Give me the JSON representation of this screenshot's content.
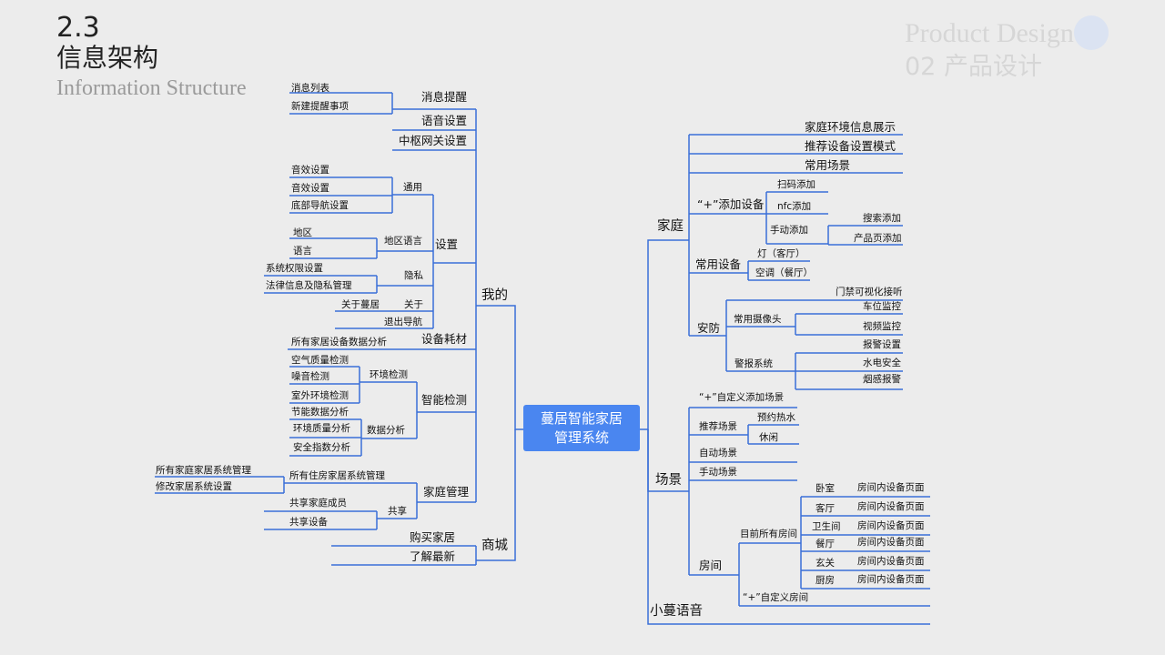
{
  "header": {
    "section_number": "2.3",
    "title_cn": "信息架构",
    "title_en": "Information Structure",
    "watermark_en": "Product Design",
    "watermark_cn": "02 产品设计"
  },
  "colors": {
    "line": "#3a6fd8",
    "center_fill": "#4a86f0",
    "background": "#ececec"
  },
  "center": {
    "line1": "蔓居智能家居",
    "line2": "管理系统"
  },
  "left": {
    "wode": "我的",
    "xiaoxi": "消息提醒",
    "xiaoxi_liebiao": "消息列表",
    "xinjian_tixing": "新建提醒事项",
    "yuyin_shezhi": "语音设置",
    "zhongshu": "中枢网关设置",
    "shezhi": "设置",
    "tongyong": "通用",
    "yinxiao1": "音效设置",
    "yinxiao2": "音效设置",
    "dibu": "底部导航设置",
    "diqu_yuyan": "地区语言",
    "diqu": "地区",
    "yuyan": "语言",
    "yinsi": "隐私",
    "quanxian": "系统权限设置",
    "falv": "法律信息及隐私管理",
    "guanyu": "关于",
    "guanyu_manju": "关于蔓居",
    "tuichu": "退出导航",
    "haocai": "设备耗材",
    "haocai_fenxi": "所有家居设备数据分析",
    "zhineng": "智能检测",
    "huanjing": "环境检测",
    "kongqi": "空气质量检测",
    "zaoyin": "噪音检测",
    "shiwai": "室外环境检测",
    "shuju": "数据分析",
    "jieneng": "节能数据分析",
    "huanjing_zhiliang": "环境质量分析",
    "anquan": "安全指数分析",
    "jiating_guanli": "家庭管理",
    "zhuzhai": "所有住房家居系统管理",
    "jiating_xitong_guanli": "所有家庭家居系统管理",
    "xiugai": "修改家居系统设置",
    "gongxiang": "共享",
    "gongxiang_chengyuan": "共享家庭成员",
    "gongxiang_shebei": "共享设备",
    "shangcheng": "商城",
    "goumai": "购买家居",
    "liaojie": "了解最新"
  },
  "right": {
    "jiating": "家庭",
    "huanjing_zhanshi": "家庭环境信息展示",
    "tuijian_moshi": "推荐设备设置模式",
    "changyong_changjing": "常用场景",
    "plus_tianjia": "“+”添加设备",
    "saoma": "扫码添加",
    "nfc": "nfc添加",
    "shoudong": "手动添加",
    "sousuo": "搜索添加",
    "chanpinye": "产品页添加",
    "changyong_shebei": "常用设备",
    "deng": "灯（客厅）",
    "kongtiao": "空调（餐厅）",
    "anfang": "安防",
    "changyong_shexiang": "常用摄像头",
    "menjin": "门禁可视化接听",
    "chewei": "车位监控",
    "shipin": "视频监控",
    "jingbao_xitong": "警报系统",
    "baojing_shezhi": "报警设置",
    "shuidian": "水电安全",
    "yangan": "烟感报警",
    "changjing": "场景",
    "zidingyi_changjing": "“+”自定义添加场景",
    "tuijian_changjing": "推荐场景",
    "yuyue": "预约热水",
    "xiuxian": "休闲",
    "zidong": "自动场景",
    "shoudong_changjing": "手动场景",
    "fangjian": "房间",
    "mu_qian": "目前所有房间",
    "rooms": [
      "卧室",
      "客厅",
      "卫生间",
      "餐厅",
      "玄关",
      "厨房"
    ],
    "room_page": "房间内设备页面",
    "zidingyi_fangjian": "“+”自定义房间",
    "xiaoman": "小蔓语音"
  }
}
